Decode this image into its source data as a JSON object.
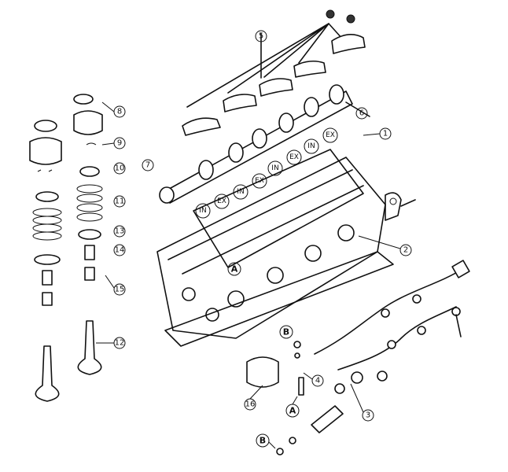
{
  "callouts": {
    "c1": "1",
    "c2": "2",
    "c3": "3",
    "c4": "4",
    "c5": "5",
    "c6": "6",
    "c7": "7",
    "c8": "8",
    "c9": "9",
    "c10": "10",
    "c11": "11",
    "c12": "12",
    "c13": "13",
    "c14": "14",
    "c15": "15",
    "c16": "16"
  },
  "ref_markers": {
    "a_upper": "A",
    "a_lower": "A",
    "b_upper": "B",
    "b_lower": "B"
  },
  "valve_tags": {
    "t1": "IN",
    "t2": "EX",
    "t3": "IN",
    "t4": "EX",
    "t5": "IN",
    "t6": "EX",
    "t7": "IN",
    "t8": "EX"
  }
}
